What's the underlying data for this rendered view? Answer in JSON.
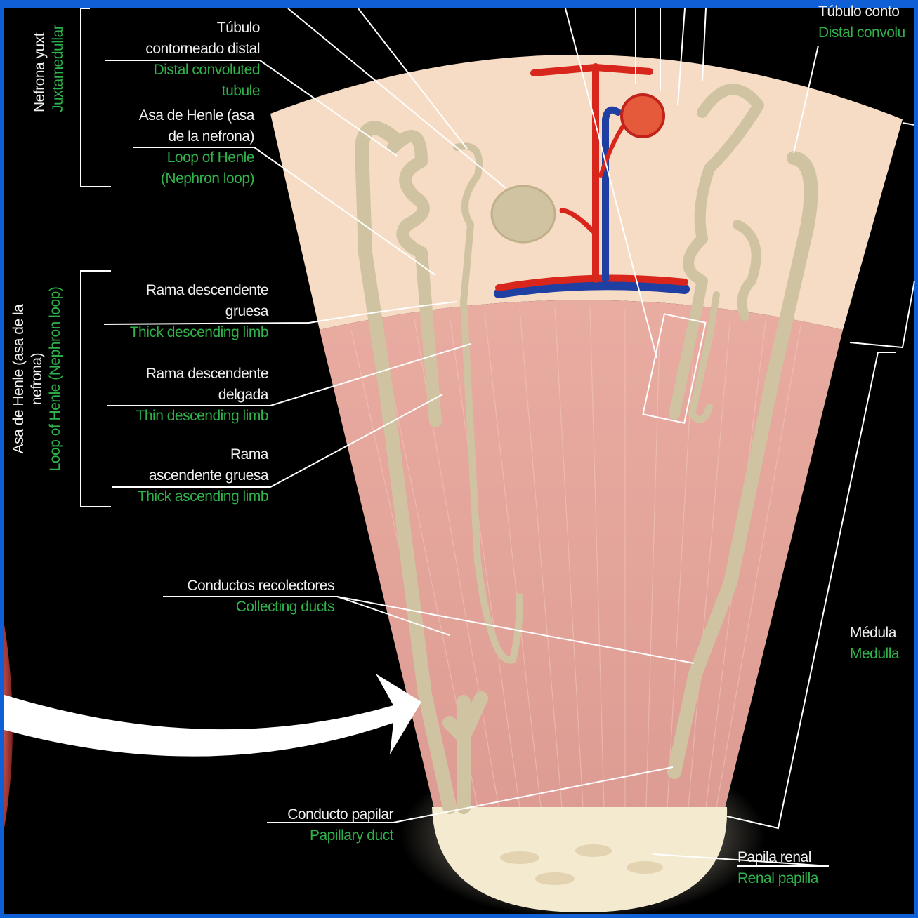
{
  "colors": {
    "frame": "#0f5fd6",
    "background": "#000000",
    "cortex": "#f6dcc4",
    "medulla": "#e3a39b",
    "papilla": "#f4ead0",
    "tubule": "#cfc3a2",
    "artery": "#d8261c",
    "vein": "#1f3fa3",
    "english_label": "#2fb24a",
    "spanish_label": "#f0f0f0"
  },
  "groups": {
    "juxtamedullary": {
      "es": "Nefrona yuxt",
      "en": "Juxtamedullar"
    },
    "loop": {
      "es_lines": [
        "Asa de Henle (asa de la",
        "nefrona)"
      ],
      "en": "Loop of Henle (Nephron loop)"
    }
  },
  "labels": {
    "dct_left": {
      "es_lines": [
        "Túbulo",
        "contorneado distal"
      ],
      "en_lines": [
        "Distal convoluted",
        "tubule"
      ]
    },
    "henle_top": {
      "es_lines": [
        "Asa de Henle (asa",
        "de la nefrona)"
      ],
      "en_lines": [
        "Loop of Henle",
        "(Nephron loop)"
      ]
    },
    "thick_desc": {
      "es_lines": [
        "Rama descendente",
        "gruesa"
      ],
      "en": "Thick descending limb"
    },
    "thin_desc": {
      "es_lines": [
        "Rama descendente",
        "delgada"
      ],
      "en": "Thin descending limb"
    },
    "thick_asc": {
      "es_lines": [
        "Rama",
        "ascendente gruesa"
      ],
      "en": "Thick ascending limb"
    },
    "collecting": {
      "es": "Conductos recolectores",
      "en": "Collecting ducts"
    },
    "papillary": {
      "es": "Conducto papilar",
      "en": "Papillary duct"
    },
    "papilla": {
      "es": "Papila renal",
      "en": "Renal papilla"
    },
    "medulla": {
      "es": "Médula",
      "en": "Medulla"
    },
    "dct_right_cut": {
      "es": "Túbulo conto",
      "en": "Distal convolu"
    }
  }
}
